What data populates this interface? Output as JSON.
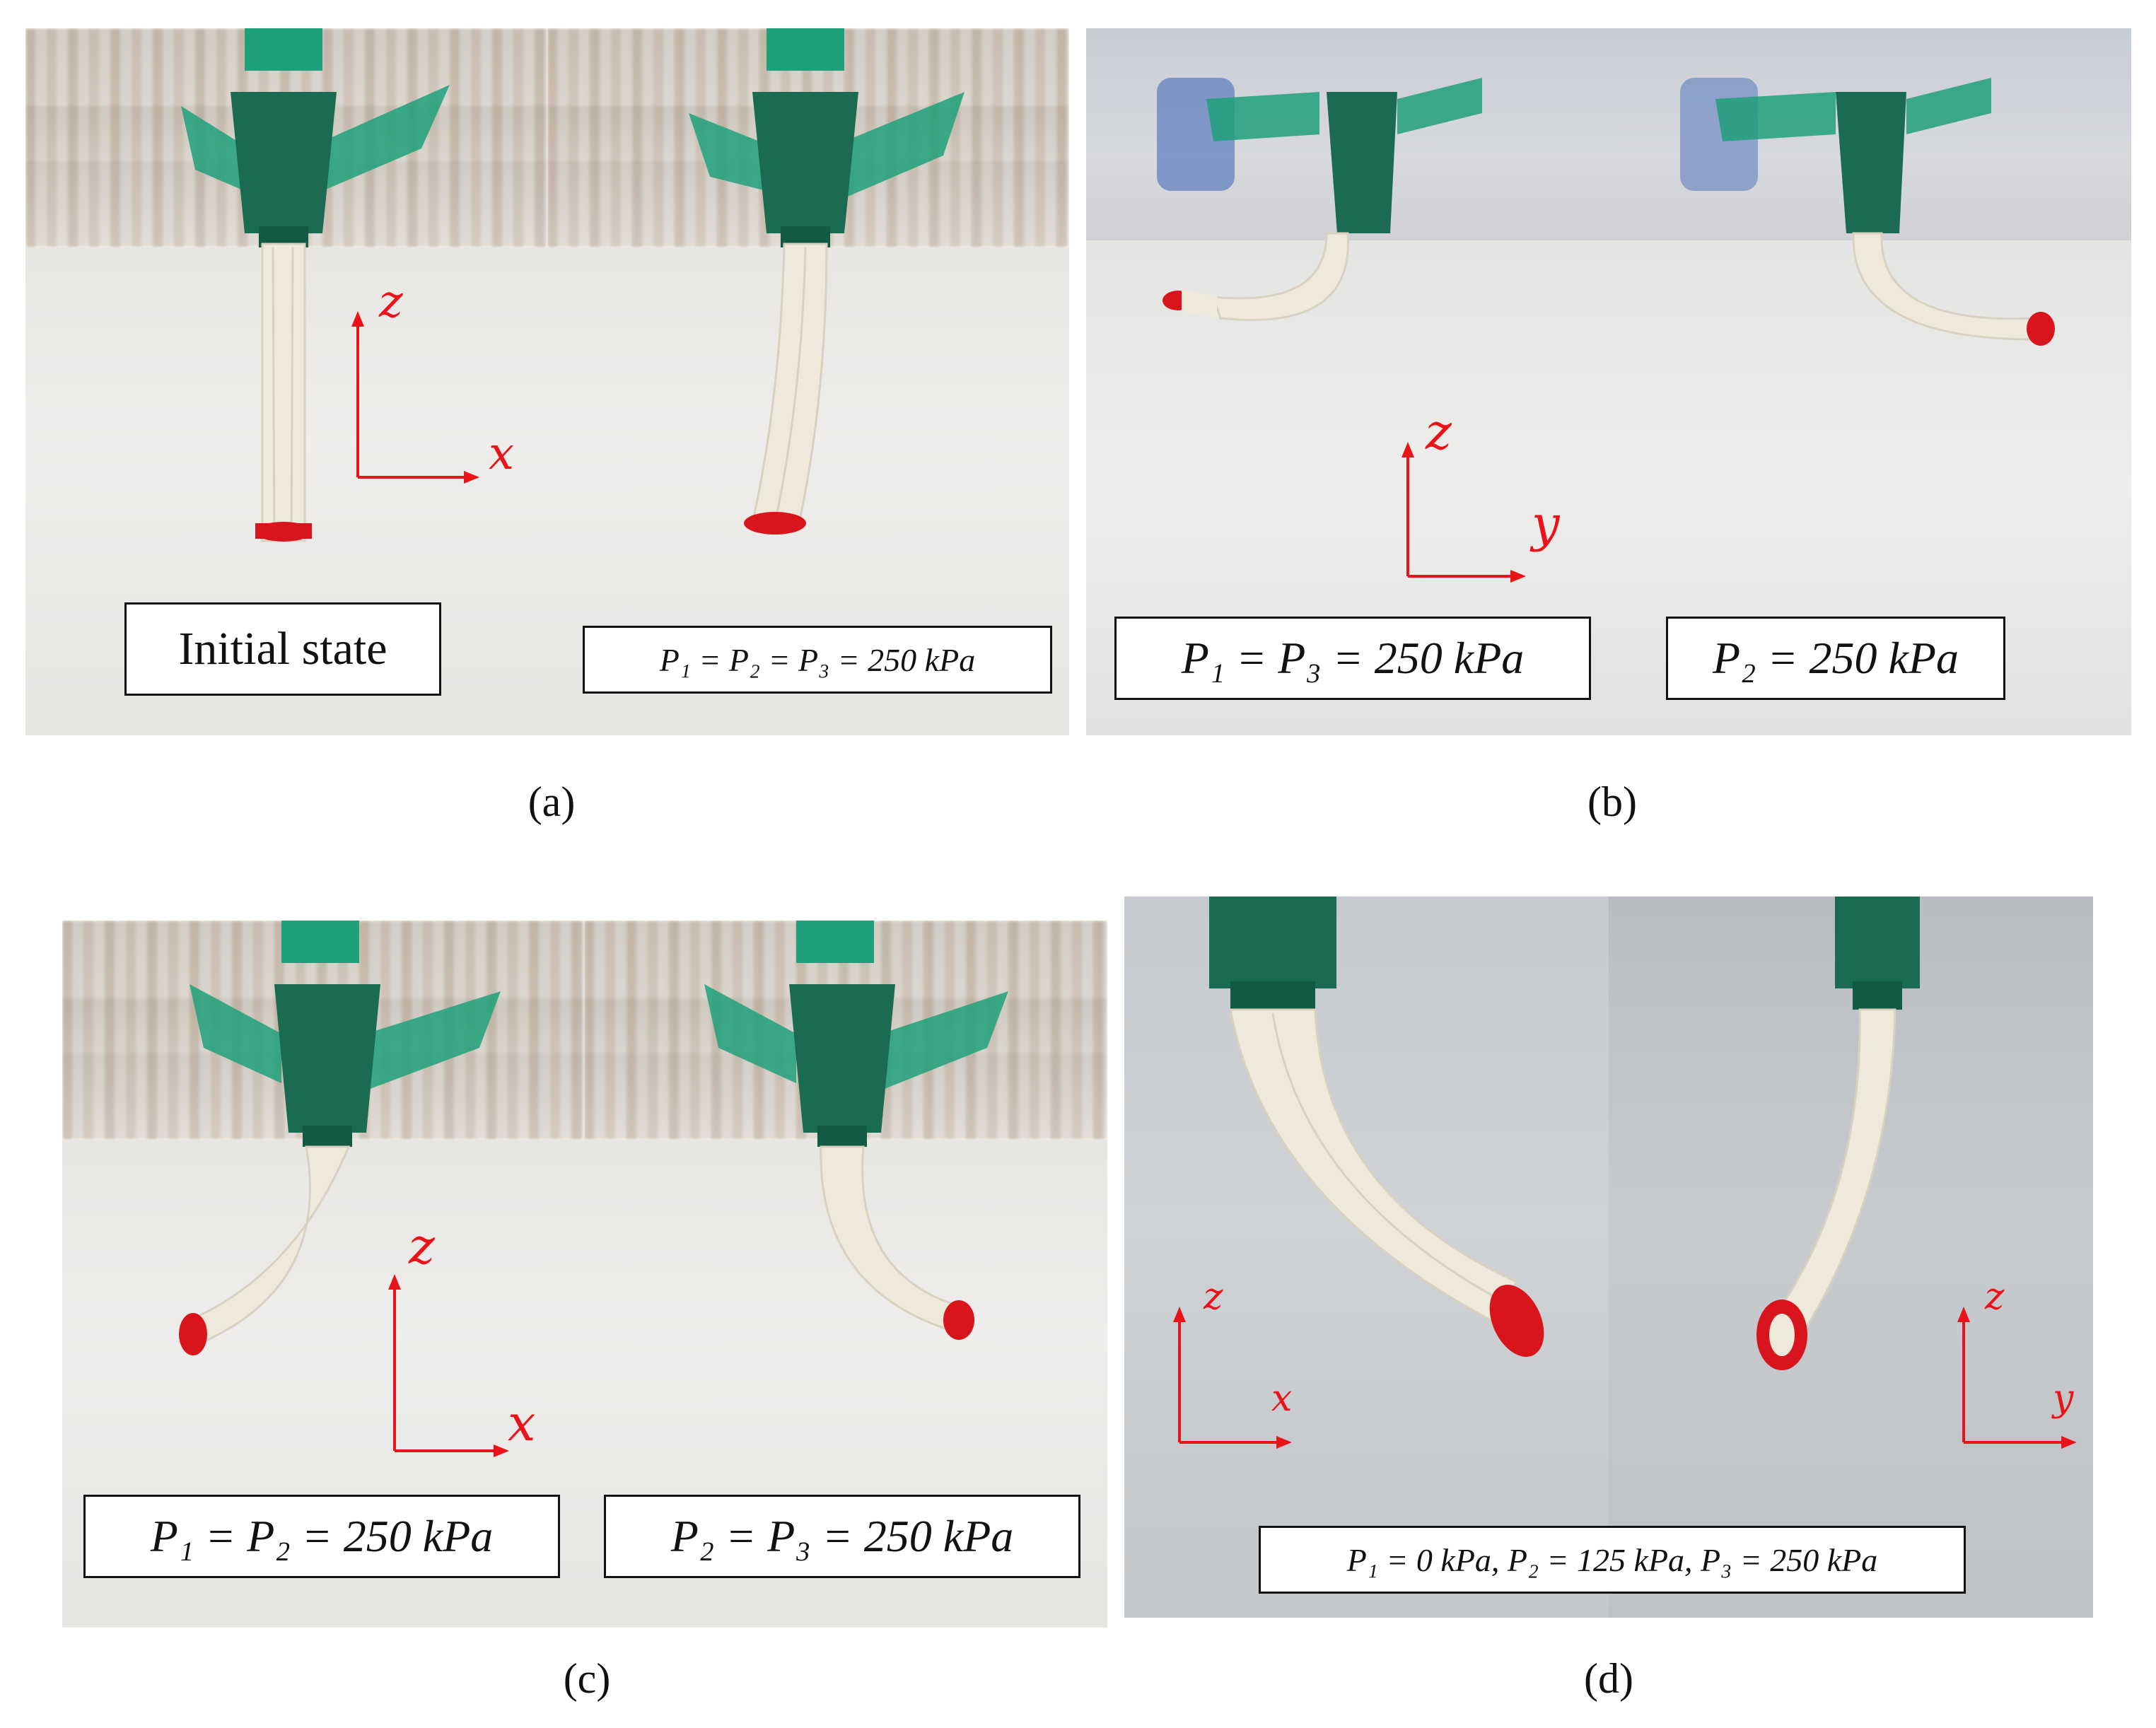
{
  "panels": {
    "a": {
      "caption": "(a)",
      "left_label": "Initial state",
      "right_label": "P₁ = P₂ = P₃ = 250 kPa",
      "axis_vertical": "z",
      "axis_horizontal": "x"
    },
    "b": {
      "caption": "(b)",
      "left_label": "P₁ = P₃ = 250 kPa",
      "right_label": "P₂ = 250 kPa",
      "axis_vertical": "z",
      "axis_horizontal": "y"
    },
    "c": {
      "caption": "(c)",
      "left_label": "P₁ = P₂ = 250 kPa",
      "right_label": "P₂ = P₃ = 250 kPa",
      "axis_vertical": "z",
      "axis_horizontal": "x"
    },
    "d": {
      "caption": "(d)",
      "label": "P₁ = 0 kPa, P₂ = 125 kPa, P₃ = 250 kPa",
      "left_axis_vertical": "z",
      "left_axis_horizontal": "x",
      "right_axis_vertical": "z",
      "right_axis_horizontal": "y"
    }
  },
  "colors": {
    "axis": "#e8141a",
    "holder": "#1b6b52",
    "fin": "#1fa07a",
    "tube": "#efe9dc",
    "tip": "#d8151c"
  }
}
